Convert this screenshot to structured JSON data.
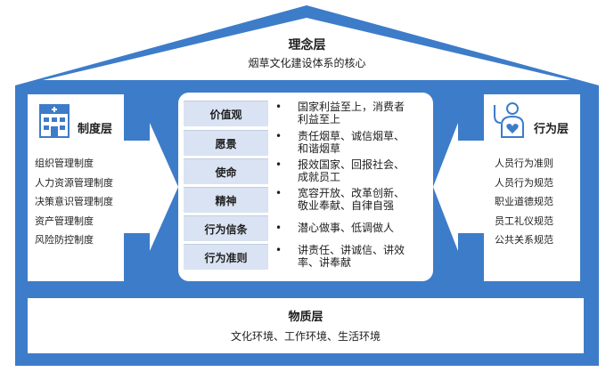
{
  "roof": {
    "title": "理念层",
    "subtitle": "烟草文化建设体系的核心"
  },
  "left_panel": {
    "title": "制度层",
    "icon": "hospital-building-icon",
    "items": [
      "组织管理制度",
      "人力资源管理制度",
      "决策意识管理制度",
      "资产管理制度",
      "风险防控制度"
    ]
  },
  "right_panel": {
    "title": "行为层",
    "icon": "doctor-heart-icon",
    "items": [
      "人员行为准则",
      "人员行为规范",
      "职业道德规范",
      "员工礼仪规范",
      "公共关系规范"
    ]
  },
  "center": {
    "rows": [
      {
        "label": "价值观",
        "bullet": "•",
        "line1": "国家利益至上，消费者",
        "line2": "利益至上"
      },
      {
        "label": "愿景",
        "bullet": "•",
        "line1": "责任烟草、诚信烟草、",
        "line2": "和谐烟草"
      },
      {
        "label": "使命",
        "bullet": "•",
        "line1": "报效国家、回报社会、",
        "line2": "成就员工"
      },
      {
        "label": "精神",
        "bullet": "•",
        "line1": "宽容开放、改革创新、",
        "line2": "敬业奉献、自律自强"
      },
      {
        "label": "行为信条",
        "bullet": "•",
        "line1": "潜心做事、低调做人",
        "line2": ""
      },
      {
        "label": "行为准则",
        "bullet": "•",
        "line1": "讲责任、讲诚信、讲效",
        "line2": "率、讲奉献"
      }
    ]
  },
  "base": {
    "title": "物质层",
    "subtitle": "文化环境、工作环境、生活环境"
  },
  "colors": {
    "house_blue": "#3d7cc9",
    "label_bg": "#dae3f3",
    "arrow": "#ffffff"
  }
}
